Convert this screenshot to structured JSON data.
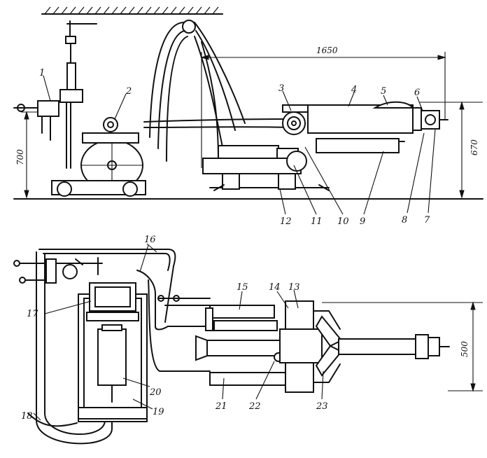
{
  "dimensions": {
    "length_1650": "1650",
    "height_700": "700",
    "height_670": "670",
    "width_500": "500"
  },
  "callouts_side_view": [
    "1",
    "2",
    "3",
    "4",
    "5",
    "6",
    "7",
    "8",
    "9",
    "10",
    "11",
    "12"
  ],
  "callouts_plan_view": [
    "13",
    "14",
    "15",
    "16",
    "17",
    "18",
    "19",
    "20",
    "21",
    "22",
    "23"
  ]
}
